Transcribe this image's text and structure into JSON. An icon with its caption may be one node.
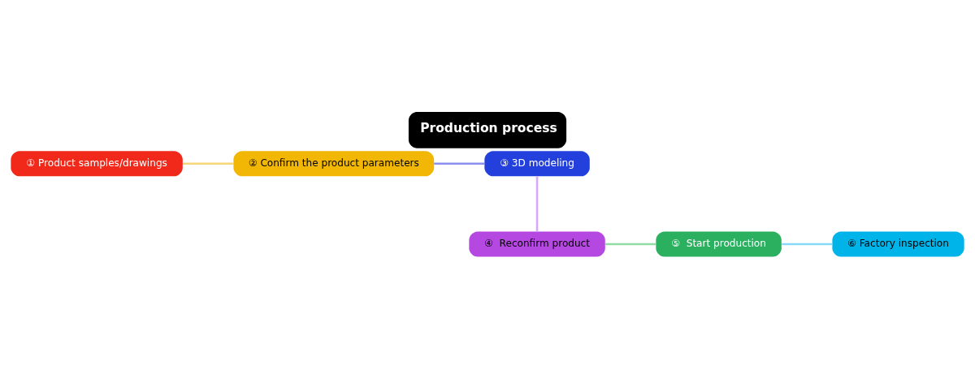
{
  "diagram": {
    "title": "Production process",
    "nodes": [
      {
        "text": [
          "① Product samples/drawings"
        ]
      },
      {
        "text": [
          "② Confirm the product parameters"
        ]
      },
      {
        "text": [
          "③ 3D modeling"
        ]
      },
      {
        "text": [
          "④  Reconfirm product"
        ]
      },
      {
        "text": [
          "⑤  Start production"
        ]
      },
      {
        "text": [
          "⑥ Factory inspection"
        ]
      }
    ],
    "edges": [
      {
        "from": 0,
        "to": 1,
        "arrow": "none",
        "color": "#f7d67a"
      },
      {
        "from": 1,
        "to": 2,
        "arrow": "none",
        "color": "#8c90f0"
      },
      {
        "from": 2,
        "to": 3,
        "arrow": "none",
        "color": "#d6a9f6"
      },
      {
        "from": 3,
        "to": 4,
        "arrow": "none",
        "color": "#90dca4"
      },
      {
        "from": 4,
        "to": 5,
        "arrow": "none",
        "color": "#86d9f6"
      }
    ]
  }
}
